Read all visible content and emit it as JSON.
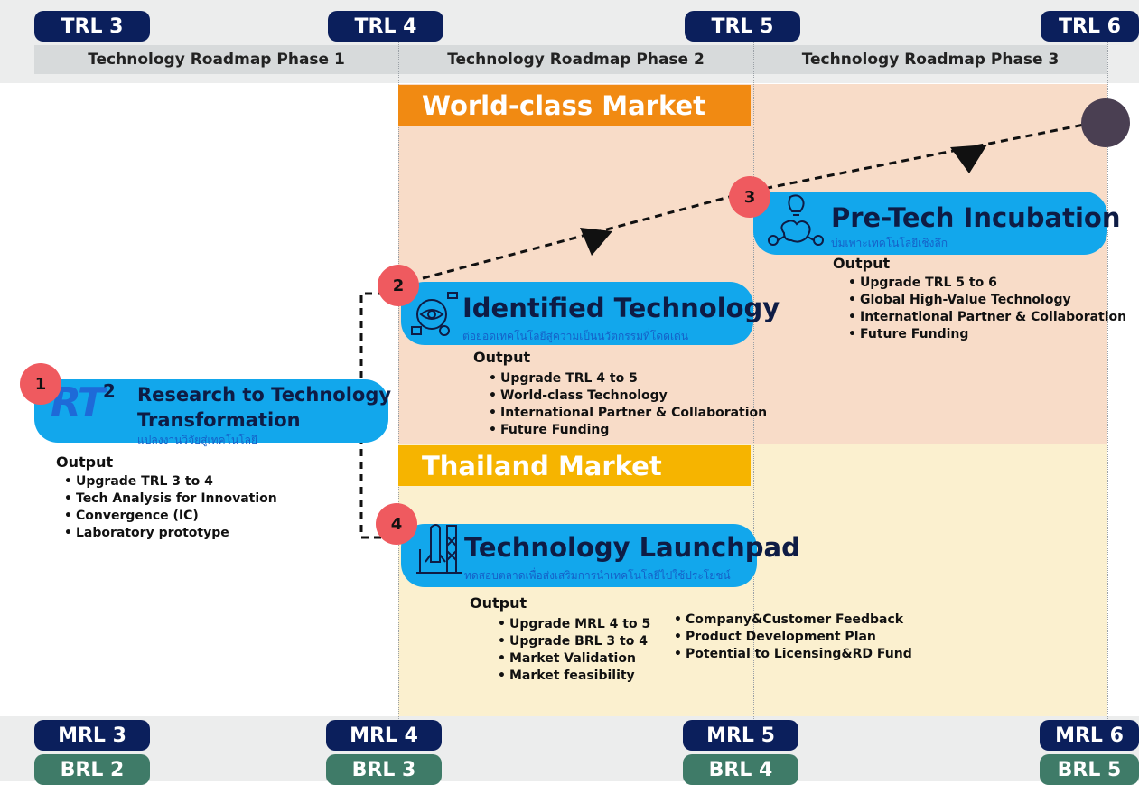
{
  "trl": [
    "TRL 3",
    "TRL 4",
    "TRL 5",
    "TRL 6"
  ],
  "mrl": [
    "MRL 3",
    "MRL 4",
    "MRL 5",
    "MRL 6"
  ],
  "brl": [
    "BRL 2",
    "BRL 3",
    "BRL 4",
    "BRL 5"
  ],
  "phases": [
    "Technology Roadmap Phase 1",
    "Technology Roadmap Phase 2",
    "Technology Roadmap Phase 3"
  ],
  "markets": {
    "world": "World-class Market",
    "thailand": "Thailand Market"
  },
  "output_label": "Output",
  "steps": [
    {
      "num": "1",
      "logo": "RT",
      "logo_sup": "2",
      "title_line1": "Research to Technology",
      "title_line2": "Transformation",
      "subtitle": "แปลงงานวิจัยสู่เทคโนโลยี",
      "outputs": [
        "Upgrade TRL 3 to 4",
        "Tech Analysis for Innovation",
        "Convergence (IC)",
        "Laboratory prototype"
      ]
    },
    {
      "num": "2",
      "title": "Identified Technology",
      "subtitle": "ต่อยอดเทคโนโลยีสู่ความเป็นนวัตกรรมที่โดดเด่น",
      "outputs": [
        "Upgrade TRL 4 to 5",
        "World-class Technology",
        "International Partner & Collaboration",
        "Future Funding"
      ]
    },
    {
      "num": "3",
      "title": "Pre-Tech Incubation",
      "subtitle": "บ่มเพาะเทคโนโลยีเชิงลึก",
      "outputs": [
        "Upgrade TRL 5 to 6",
        "Global High-Value Technology",
        "International Partner & Collaboration",
        "Future Funding"
      ]
    },
    {
      "num": "4",
      "title": "Technology Launchpad",
      "subtitle": "ทดสอบตลาดเพื่อส่งเสริมการนำเทคโนโลยีไปใช้ประโยชน์",
      "outputs_left": [
        "Upgrade MRL 4 to 5",
        "Upgrade BRL 3 to 4",
        "Market Validation",
        "Market feasibility"
      ],
      "outputs_right": [
        "Company&Customer Feedback",
        "Product Development Plan",
        "Potential to Licensing&RD Fund"
      ]
    }
  ],
  "colors": {
    "navy": "#0b1f5c",
    "green": "#3f7b68",
    "card": "#12a7ec",
    "badge": "#ef5a5f",
    "world": "#f18a12",
    "thailand": "#f6b400",
    "world_bg": "#f8dcc8",
    "thailand_bg": "#fbf0cf",
    "end_node": "#4a3f52"
  }
}
